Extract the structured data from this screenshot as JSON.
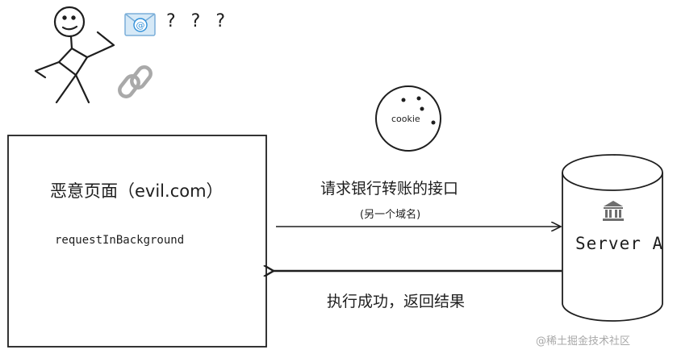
{
  "attacker": {
    "question_marks": "? ? ?"
  },
  "malicious_page": {
    "title": "恶意页面（evil.com）",
    "function": "requestInBackground"
  },
  "cookie": {
    "label": "cookie"
  },
  "request": {
    "label": "请求银行转账的接口",
    "sublabel": "(另一个域名)"
  },
  "response": {
    "label": "执行成功，返回结果"
  },
  "server": {
    "label": "Server A"
  },
  "watermark": "@稀土掘金技术社区",
  "colors": {
    "stroke": "#1e1e1e",
    "envelope_bg": "#d6e9f7",
    "envelope_stroke": "#7aaed8",
    "at_sign": "#2f8fd8",
    "link_icon": "#a9a9a9",
    "bank_icon": "#6e6e6e",
    "watermark": "#a9a9a9"
  },
  "icons": [
    "stick-figure-icon",
    "email-icon",
    "link-icon",
    "cookie-icon",
    "bank-icon"
  ]
}
